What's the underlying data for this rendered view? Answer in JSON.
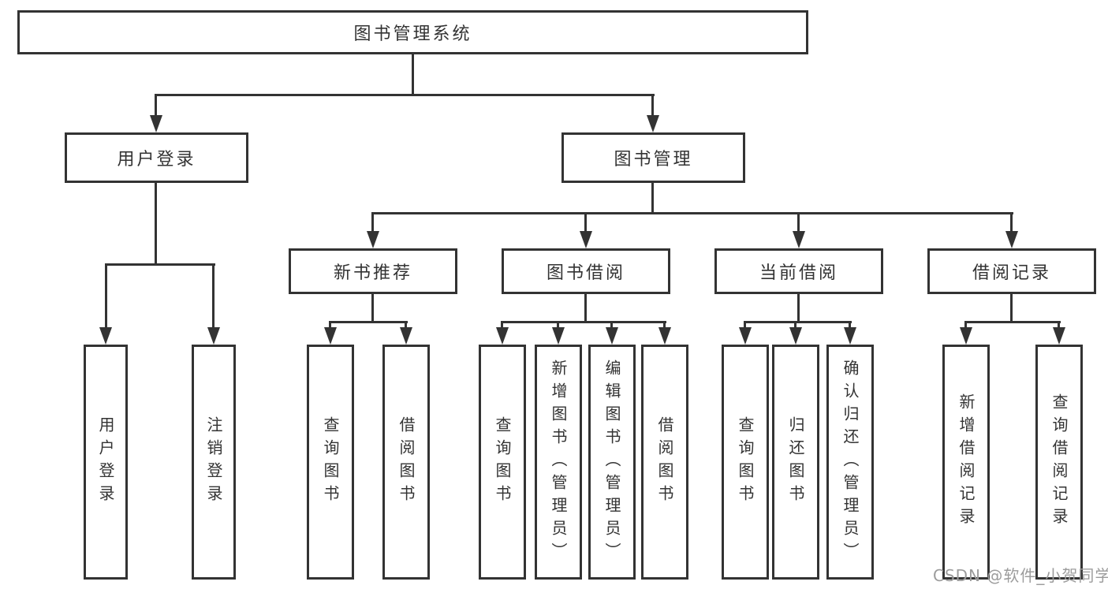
{
  "diagram": {
    "tree": {
      "label": "图书管理系统",
      "children": [
        {
          "label": "用户登录",
          "children": [
            {
              "label": "用户登录"
            },
            {
              "label": "注销登录"
            }
          ]
        },
        {
          "label": "图书管理",
          "children": [
            {
              "label": "新书推荐",
              "children": [
                {
                  "label": "查询图书"
                },
                {
                  "label": "借阅图书"
                }
              ]
            },
            {
              "label": "图书借阅",
              "children": [
                {
                  "label": "查询图书"
                },
                {
                  "label": "新增图书（管理员）"
                },
                {
                  "label": "编辑图书（管理员）"
                },
                {
                  "label": "借阅图书"
                }
              ]
            },
            {
              "label": "当前借阅",
              "children": [
                {
                  "label": "查询图书"
                },
                {
                  "label": "归还图书"
                },
                {
                  "label": "确认归还（管理员）"
                }
              ]
            },
            {
              "label": "借阅记录",
              "children": [
                {
                  "label": "新增借阅记录"
                },
                {
                  "label": "查询借阅记录"
                }
              ]
            }
          ]
        }
      ]
    },
    "colors": {
      "line": "#333333",
      "box_border": "#333333",
      "text": "#333333",
      "background": "#ffffff",
      "watermark": "#9c9c9c"
    }
  },
  "watermark": {
    "text": "CSDN @软件_小贺同学"
  }
}
